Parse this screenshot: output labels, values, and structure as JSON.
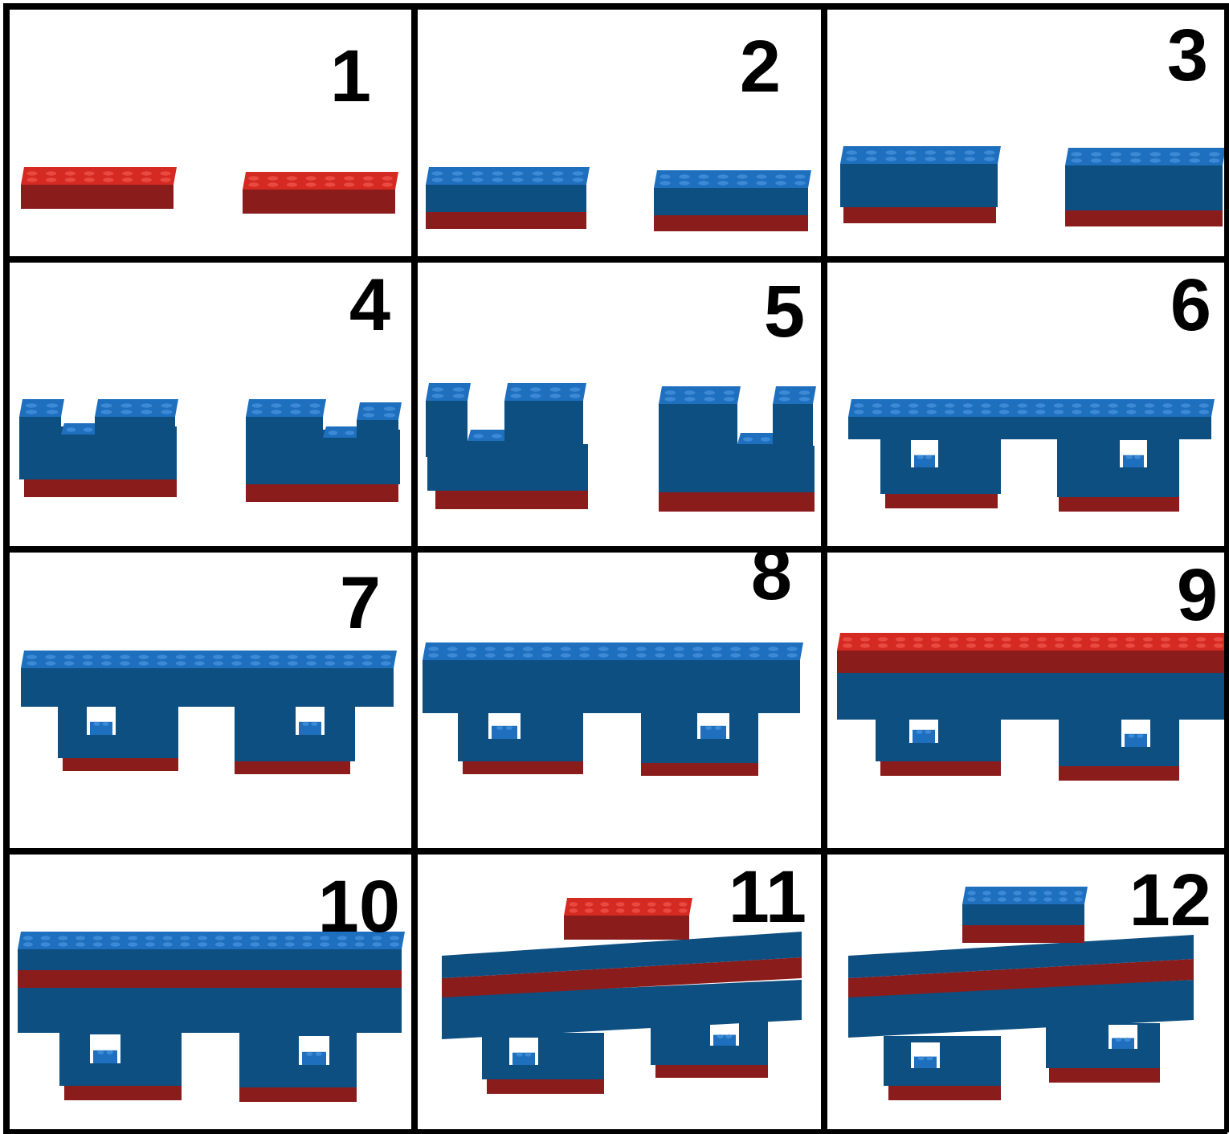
{
  "steps": [
    {
      "label": "1",
      "bricks": [
        {
          "color": "red",
          "studs": 8,
          "layer": "bottom"
        },
        {
          "color": "red",
          "studs": 8,
          "layer": "bottom"
        }
      ]
    },
    {
      "label": "2",
      "bricks": [
        {
          "color": "blue",
          "studs": 8
        },
        {
          "color": "blue",
          "studs": 8
        }
      ]
    },
    {
      "label": "3",
      "bricks": [
        {
          "color": "blue",
          "studs": 8
        },
        {
          "color": "blue",
          "studs": 8
        }
      ]
    },
    {
      "label": "4",
      "bricks": [
        {
          "color": "blue"
        },
        {
          "color": "blue"
        }
      ]
    },
    {
      "label": "5",
      "bricks": [
        {
          "color": "blue"
        },
        {
          "color": "blue"
        }
      ]
    },
    {
      "label": "6",
      "bricks": [
        {
          "color": "blue",
          "studs": 20
        }
      ]
    },
    {
      "label": "7",
      "bricks": [
        {
          "color": "blue",
          "studs": 20
        }
      ]
    },
    {
      "label": "8",
      "bricks": [
        {
          "color": "blue",
          "studs": 20
        }
      ]
    },
    {
      "label": "9",
      "bricks": [
        {
          "color": "red",
          "studs": 20
        }
      ]
    },
    {
      "label": "10",
      "bricks": [
        {
          "color": "blue",
          "studs": 20
        }
      ]
    },
    {
      "label": "11",
      "bricks": [
        {
          "color": "red",
          "studs": 8
        }
      ]
    },
    {
      "label": "12",
      "bricks": [
        {
          "color": "blue",
          "studs": 8
        }
      ]
    }
  ],
  "colors": {
    "blue_side": "#0d4f80",
    "blue_top": "#1f6fbf",
    "blue_stud": "#3c8ad6",
    "red_side": "#8b1c1c",
    "red_top": "#d52a22",
    "red_stud": "#e84a40",
    "border": "#000000",
    "background": "#ffffff"
  },
  "icons": [
    "brick-icon",
    "stud-icon"
  ]
}
